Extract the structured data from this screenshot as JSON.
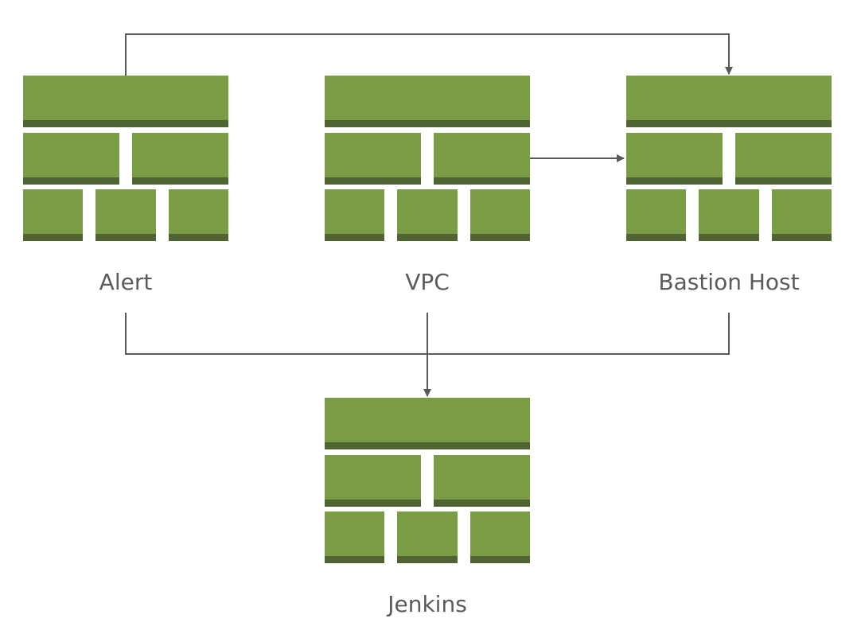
{
  "colors": {
    "brick_fill": "#7a9c45",
    "brick_shadow": "#4f6432",
    "connector": "#595959",
    "label_text": "#5b5b5b",
    "background": "#ffffff"
  },
  "icon": "firewall-icon",
  "nodes": {
    "alert": {
      "label": "Alert"
    },
    "vpc": {
      "label": "VPC"
    },
    "bastion": {
      "label": "Bastion Host"
    },
    "jenkins": {
      "label": "Jenkins"
    }
  },
  "edges": [
    {
      "from": "alert",
      "to": "bastion"
    },
    {
      "from": "vpc",
      "to": "bastion"
    },
    {
      "from": "alert",
      "to": "jenkins"
    },
    {
      "from": "vpc",
      "to": "jenkins"
    },
    {
      "from": "bastion",
      "to": "jenkins"
    }
  ]
}
